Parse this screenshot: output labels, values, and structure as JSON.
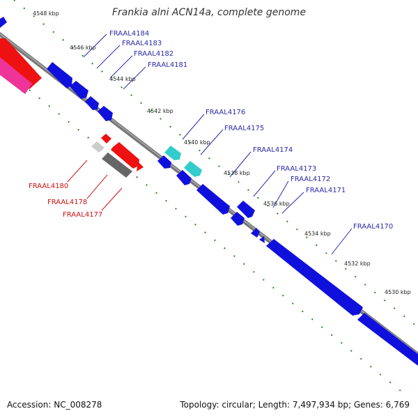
{
  "title": "Frankia alni ACN14a, complete genome",
  "accession_text": "Accession: NC_008278",
  "summary_text": "Topology: circular; Length: 7,497,934 bp; Genes: 6,769",
  "colors": {
    "forward_gene": "#1010dd",
    "reverse_gene": "#ee1111",
    "rna_gene": "#33cccc",
    "pseudo_gene": "#666666",
    "pink_gene": "#ee3399",
    "label_forward": "#2a2aaa",
    "label_reverse": "#cc1111",
    "ruler_dots": "#228822",
    "backbone": "#777777"
  },
  "ruler_ticks": [
    "4548 kbp",
    "4546 kbp",
    "4544 kbp",
    "4542 kbp",
    "4540 kbp",
    "4538 kbp",
    "4536 kbp",
    "4534 kbp",
    "4532 kbp",
    "4530 kbp"
  ],
  "gene_labels": {
    "forward": [
      "FRAAL4184",
      "FRAAL4183",
      "FRAAL4182",
      "FRAAL4181",
      "FRAAL4176",
      "FRAAL4175",
      "FRAAL4174",
      "FRAAL4173",
      "FRAAL4172",
      "FRAAL4171",
      "FRAAL4170"
    ],
    "reverse": [
      "FRAAL4180",
      "FRAAL4178",
      "FRAAL4177"
    ]
  }
}
